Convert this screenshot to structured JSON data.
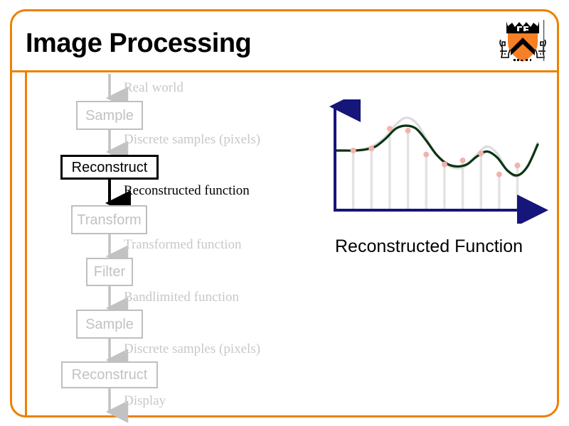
{
  "slide": {
    "title": "Image Processing",
    "frame_color": "#ee8000",
    "logo_name": "princeton-shield-logo",
    "logo_colors": {
      "orange": "#f58025",
      "black": "#000000"
    }
  },
  "flowchart": {
    "name": "image-processing-pipeline",
    "steps": [
      {
        "label": "Real world",
        "kind": "label",
        "active": false
      },
      {
        "label": "Sample",
        "kind": "box",
        "active": false
      },
      {
        "label": "Discrete samples (pixels)",
        "kind": "label",
        "active": false
      },
      {
        "label": "Reconstruct",
        "kind": "box",
        "active": true
      },
      {
        "label": "Reconstructed function",
        "kind": "label",
        "active": true
      },
      {
        "label": "Transform",
        "kind": "box",
        "active": false
      },
      {
        "label": "Transformed function",
        "kind": "label",
        "active": false
      },
      {
        "label": "Filter",
        "kind": "box",
        "active": false
      },
      {
        "label": "Bandlimited function",
        "kind": "label",
        "active": false
      },
      {
        "label": "Sample",
        "kind": "box",
        "active": false
      },
      {
        "label": "Discrete samples (pixels)",
        "kind": "label",
        "active": false
      },
      {
        "label": "Reconstruct",
        "kind": "box",
        "active": false
      },
      {
        "label": "Display",
        "kind": "label",
        "active": false
      }
    ],
    "box_labels": {
      "sample_1": "Sample",
      "reconstruct_1": "Reconstruct",
      "transform": "Transform",
      "filter": "Filter",
      "sample_2": "Sample",
      "reconstruct_2": "Reconstruct"
    },
    "arrow_labels": {
      "real_world": "Real world",
      "discrete_samples_1": "Discrete samples (pixels)",
      "reconstructed_function": "Reconstructed function",
      "transformed_function": "Transformed function",
      "bandlimited_function": "Bandlimited function",
      "discrete_samples_2": "Discrete samples (pixels)",
      "display": "Display"
    },
    "inactive_color": "#c8c8c8",
    "active_color": "#000000"
  },
  "chart_data": {
    "type": "line",
    "title": "Reconstructed Function",
    "xlabel": "",
    "ylabel": "",
    "grid": false,
    "legend": "none",
    "axis_color": "#15157a",
    "series": [
      {
        "name": "Original function",
        "color": "#dcdcdc",
        "x": [
          0.0,
          0.05,
          0.1,
          0.15,
          0.2,
          0.25,
          0.3,
          0.35,
          0.4,
          0.45,
          0.5,
          0.55,
          0.6,
          0.65,
          0.7,
          0.75,
          0.8,
          0.85,
          0.9,
          0.95,
          1.0
        ],
        "y": [
          0.6,
          0.6,
          0.6,
          0.62,
          0.66,
          0.74,
          0.86,
          0.93,
          0.88,
          0.72,
          0.56,
          0.46,
          0.42,
          0.45,
          0.56,
          0.64,
          0.57,
          0.4,
          0.34,
          0.45,
          0.68
        ]
      },
      {
        "name": "Reconstructed function",
        "color": "#0a3312",
        "x": [
          0.0,
          0.05,
          0.1,
          0.15,
          0.2,
          0.25,
          0.3,
          0.35,
          0.4,
          0.45,
          0.5,
          0.55,
          0.6,
          0.65,
          0.7,
          0.75,
          0.8,
          0.85,
          0.9,
          0.95,
          1.0
        ],
        "y": [
          0.6,
          0.6,
          0.6,
          0.61,
          0.64,
          0.72,
          0.82,
          0.85,
          0.82,
          0.7,
          0.56,
          0.47,
          0.44,
          0.46,
          0.54,
          0.59,
          0.53,
          0.4,
          0.35,
          0.44,
          0.66
        ]
      }
    ],
    "samples": {
      "name": "Sample points",
      "color": "#f2b3ac",
      "stem_color": "#e3e3e3",
      "count": 10,
      "x": [
        0.09,
        0.18,
        0.27,
        0.36,
        0.45,
        0.54,
        0.63,
        0.72,
        0.81,
        0.9
      ],
      "y": [
        0.6,
        0.62,
        0.82,
        0.8,
        0.56,
        0.46,
        0.5,
        0.57,
        0.36,
        0.45
      ]
    },
    "xlim": [
      0,
      1
    ],
    "ylim": [
      0,
      1
    ]
  }
}
